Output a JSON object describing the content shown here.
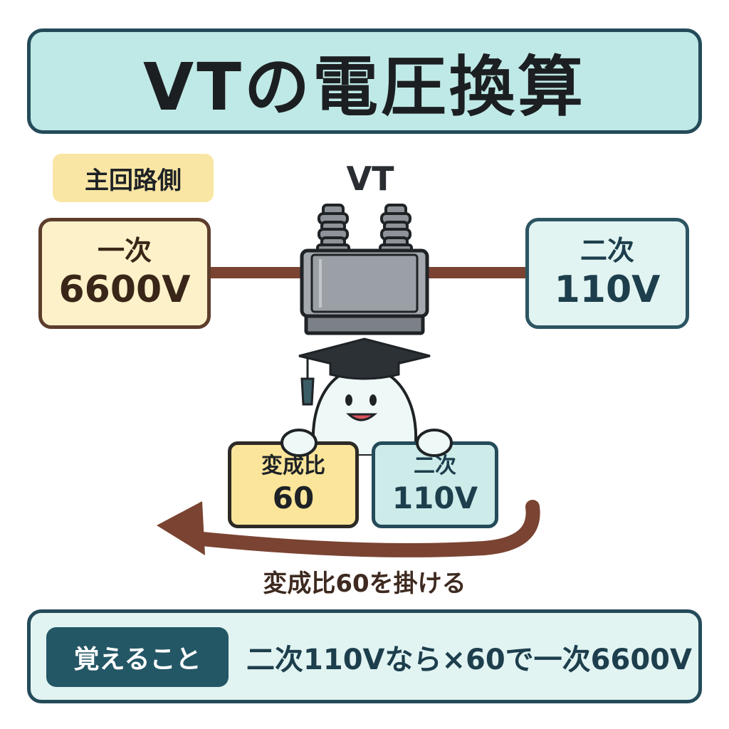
{
  "title": "VTの電圧換算",
  "side_tag": "主回路側",
  "device_label": "VT",
  "primary": {
    "label": "一次",
    "value": "6600V"
  },
  "secondary": {
    "label": "二次",
    "value": "110V"
  },
  "ratio_card": {
    "label": "変成比",
    "value": "60"
  },
  "secondary_card": {
    "label": "二次",
    "value": "110V"
  },
  "arrow_caption": "変成比60を掛ける",
  "memo": {
    "badge": "覚えること",
    "text": "二次110Vなら×60で一次6600V"
  },
  "colors": {
    "title_bg": "#bfe9e6",
    "border_teal": "#244b5a",
    "primary_bg": "#fcf1c8",
    "wire": "#7a4332",
    "ratio_bg": "#fbe59a",
    "badge_bg": "#245766"
  },
  "icons": [
    "transformer-icon",
    "mascot-graduate-icon",
    "left-arrow-icon"
  ]
}
